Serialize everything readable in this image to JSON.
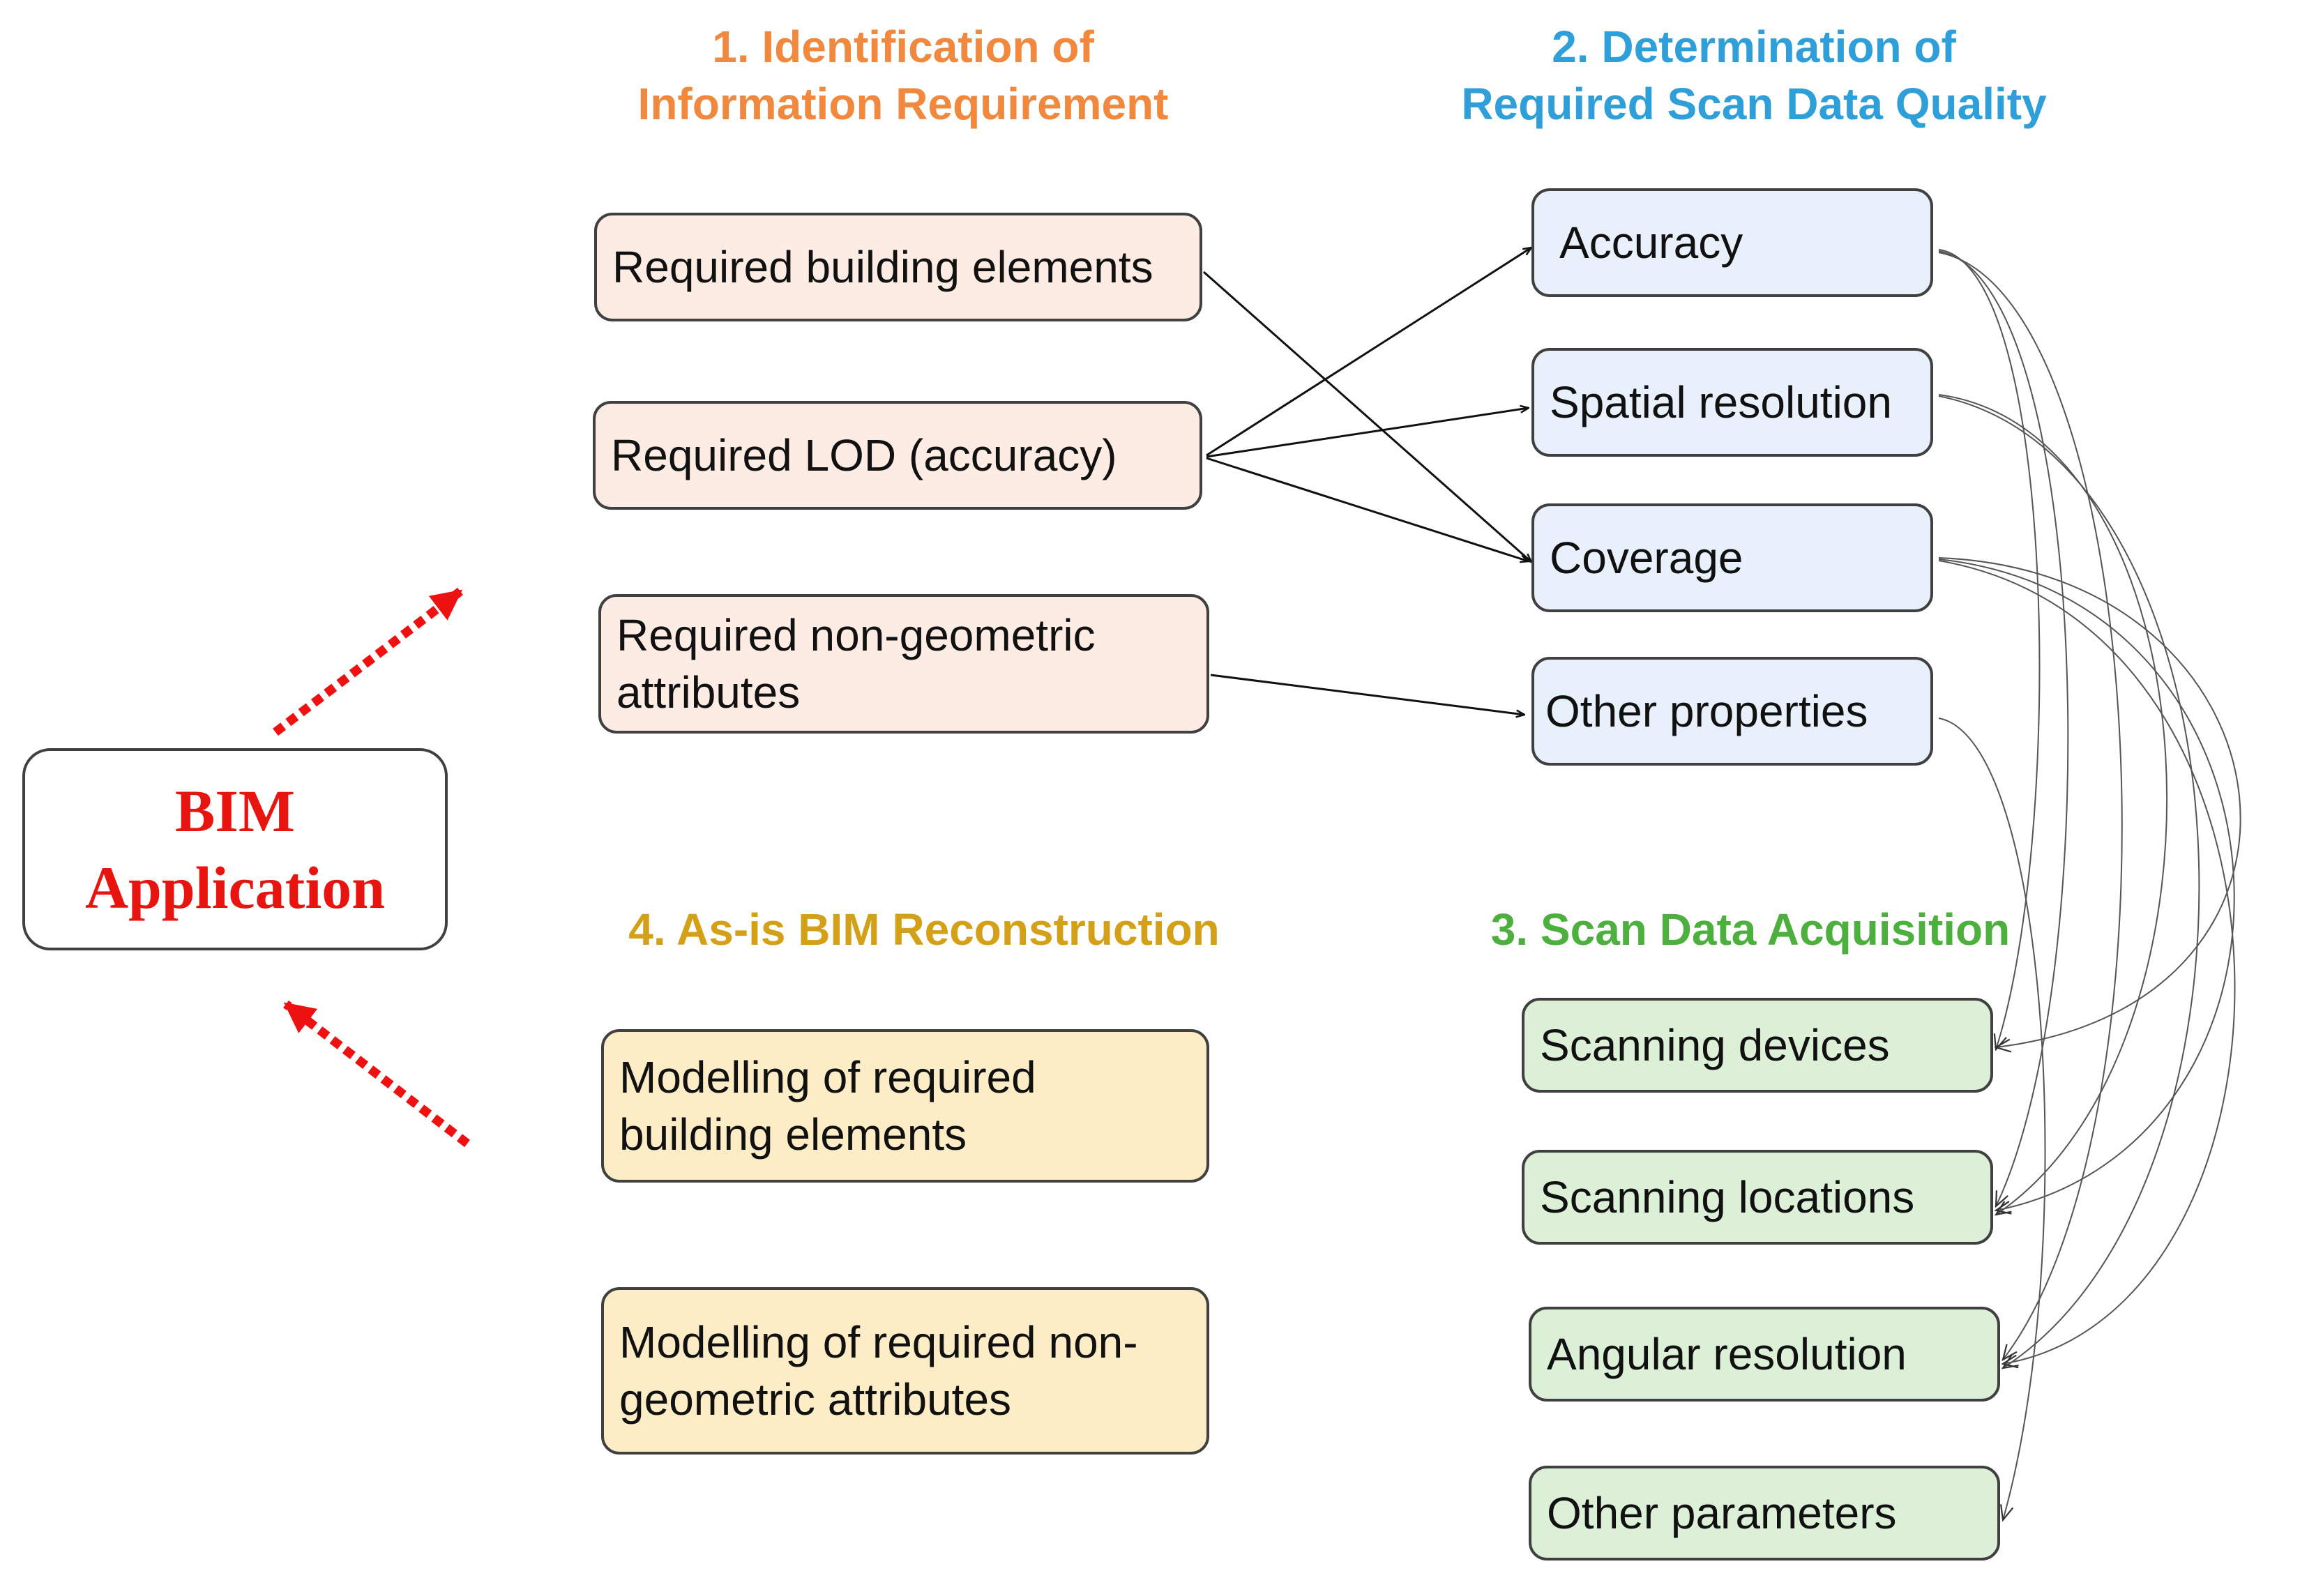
{
  "headings": {
    "step1": [
      "1. Identification of",
      "Information Requirement"
    ],
    "step2": [
      "2. Determination of",
      "Required Scan Data Quality"
    ],
    "step3": "3. Scan Data Acquisition",
    "step4": "4. As-is BIM Reconstruction"
  },
  "bim_application": [
    "BIM",
    "Application"
  ],
  "requirements": {
    "building_elements": "Required building elements",
    "lod": "Required LOD (accuracy)",
    "non_geometric": "Required non-geometric\nattributes"
  },
  "quality": {
    "accuracy": "Accuracy",
    "spatial_resolution": "Spatial resolution",
    "coverage": "Coverage",
    "other_properties": "Other properties"
  },
  "acquisition": {
    "scanning_devices": "Scanning devices",
    "scanning_locations": "Scanning locations",
    "angular_resolution": "Angular resolution",
    "other_parameters": "Other parameters"
  },
  "reconstruction": {
    "modelling_elements": "Modelling of required\nbuilding elements",
    "modelling_non_geometric": "Modelling of required non-\ngeometric attributes"
  },
  "colors": {
    "step1": "#f0883e",
    "step2": "#2e9fd8",
    "step3": "#4caf3e",
    "step4": "#d4a017",
    "bim": "#e8140f"
  },
  "links": [
    {
      "from": "requirements.building_elements",
      "to": "quality.coverage"
    },
    {
      "from": "requirements.lod",
      "to": "quality.accuracy"
    },
    {
      "from": "requirements.lod",
      "to": "quality.spatial_resolution"
    },
    {
      "from": "requirements.lod",
      "to": "quality.coverage"
    },
    {
      "from": "requirements.non_geometric",
      "to": "quality.other_properties"
    },
    {
      "from": "quality.accuracy",
      "to": "acquisition.scanning_devices"
    },
    {
      "from": "quality.accuracy",
      "to": "acquisition.scanning_locations"
    },
    {
      "from": "quality.accuracy",
      "to": "acquisition.angular_resolution"
    },
    {
      "from": "quality.spatial_resolution",
      "to": "acquisition.scanning_locations"
    },
    {
      "from": "quality.spatial_resolution",
      "to": "acquisition.angular_resolution"
    },
    {
      "from": "quality.coverage",
      "to": "acquisition.scanning_devices"
    },
    {
      "from": "quality.coverage",
      "to": "acquisition.scanning_locations"
    },
    {
      "from": "quality.coverage",
      "to": "acquisition.angular_resolution"
    },
    {
      "from": "quality.other_properties",
      "to": "acquisition.other_parameters"
    }
  ]
}
